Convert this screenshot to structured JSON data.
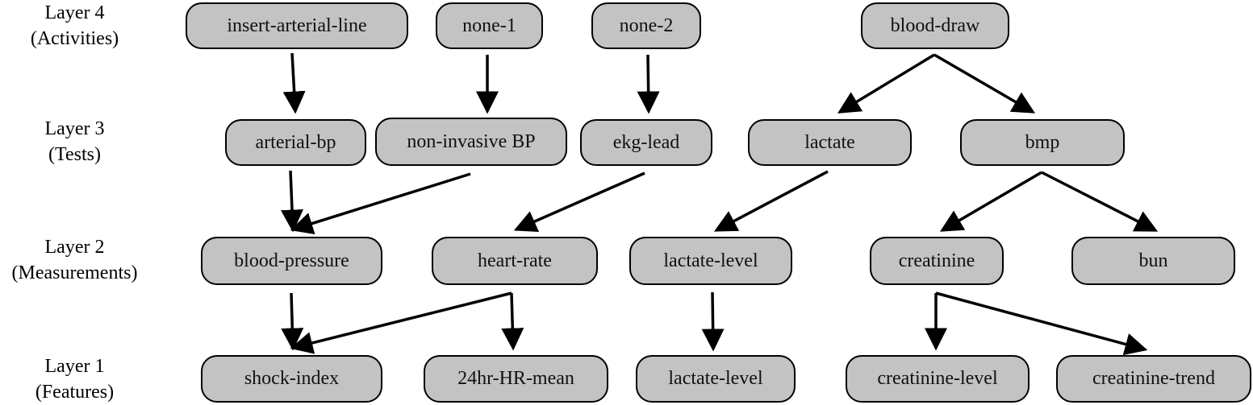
{
  "layers": [
    {
      "name": "Layer 4",
      "desc": "(Activities)"
    },
    {
      "name": "Layer 3",
      "desc": "(Tests)"
    },
    {
      "name": "Layer 2",
      "desc": "(Measurements)"
    },
    {
      "name": "Layer 1",
      "desc": "(Features)"
    }
  ],
  "nodes": {
    "insert_arterial_line": "insert-arterial-line",
    "none_1": "none-1",
    "none_2": "none-2",
    "blood_draw": "blood-draw",
    "arterial_bp": "arterial-bp",
    "non_invasive_bp": "non-invasive BP",
    "ekg_lead": "ekg-lead",
    "lactate": "lactate",
    "bmp": "bmp",
    "blood_pressure": "blood-pressure",
    "heart_rate": "heart-rate",
    "lactate_level_meas": "lactate-level",
    "creatinine": "creatinine",
    "bun": "bun",
    "shock_index": "shock-index",
    "hr_mean_24hr": "24hr-HR-mean",
    "lactate_level_feat": "lactate-level",
    "creatinine_level": "creatinine-level",
    "creatinine_trend": "creatinine-trend"
  },
  "edges": [
    {
      "from": "insert_arterial_line",
      "to": "arterial_bp"
    },
    {
      "from": "none_1",
      "to": "non_invasive_bp"
    },
    {
      "from": "none_2",
      "to": "ekg_lead"
    },
    {
      "from": "blood_draw",
      "to": "lactate"
    },
    {
      "from": "blood_draw",
      "to": "bmp"
    },
    {
      "from": "arterial_bp",
      "to": "blood_pressure"
    },
    {
      "from": "non_invasive_bp",
      "to": "blood_pressure"
    },
    {
      "from": "ekg_lead",
      "to": "heart_rate"
    },
    {
      "from": "lactate",
      "to": "lactate_level_meas"
    },
    {
      "from": "bmp",
      "to": "creatinine"
    },
    {
      "from": "bmp",
      "to": "bun"
    },
    {
      "from": "blood_pressure",
      "to": "shock_index"
    },
    {
      "from": "heart_rate",
      "to": "shock_index"
    },
    {
      "from": "heart_rate",
      "to": "hr_mean_24hr"
    },
    {
      "from": "lactate_level_meas",
      "to": "lactate_level_feat"
    },
    {
      "from": "creatinine",
      "to": "creatinine_level"
    },
    {
      "from": "creatinine",
      "to": "creatinine_trend"
    }
  ]
}
